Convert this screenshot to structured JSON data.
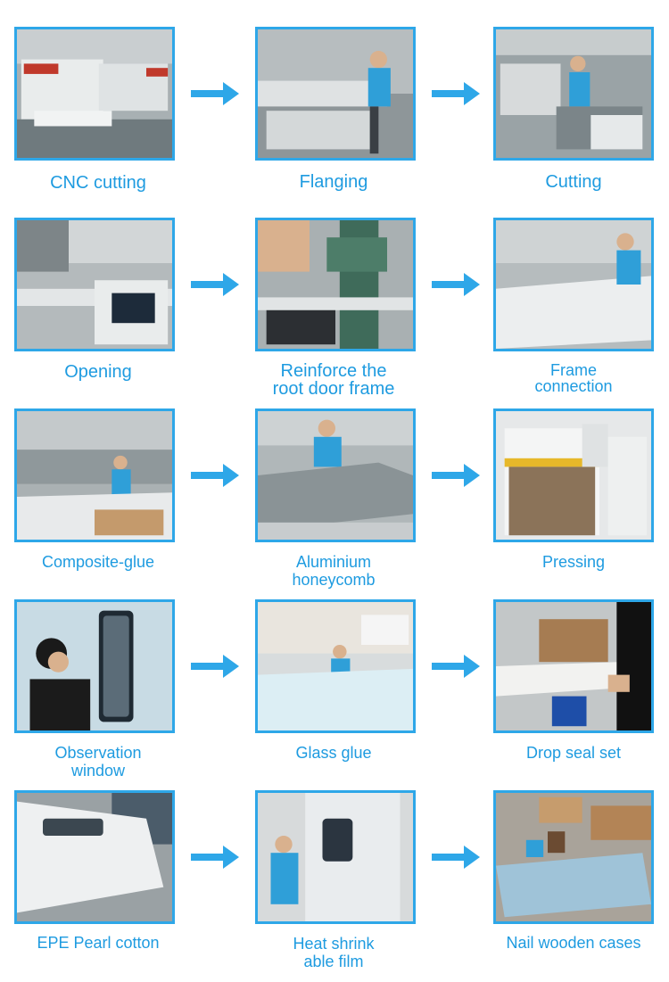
{
  "accent_color": "#2ea7e8",
  "caption_color": "#1e9be0",
  "arrow_icon": "right-arrow-icon",
  "steps": [
    {
      "line1": "CNC cutting",
      "line2": "",
      "photo": "cnc-punching-machine"
    },
    {
      "line1": "Flanging",
      "line2": "",
      "photo": "bending-press-worker"
    },
    {
      "line1": "Cutting",
      "line2": "",
      "photo": "cutting-machine-worker"
    },
    {
      "line1": "Opening",
      "line2": "",
      "photo": "opening-machine-panel"
    },
    {
      "line1": "Reinforce the",
      "line2": "root door frame",
      "photo": "drill-press"
    },
    {
      "line1": "Frame",
      "line2": "connection",
      "photo": "worker-frame-table"
    },
    {
      "line1": "Composite-glue",
      "line2": "",
      "photo": "glue-table-workshop"
    },
    {
      "line1": "Aluminium",
      "line2": "honeycomb",
      "photo": "worker-honeycomb-panel"
    },
    {
      "line1": "Pressing",
      "line2": "",
      "photo": "hydraulic-press"
    },
    {
      "line1": "Observation",
      "line2": "window",
      "photo": "worker-observation-window"
    },
    {
      "line1": "Glass glue",
      "line2": "",
      "photo": "worker-white-table"
    },
    {
      "line1": "Drop seal set",
      "line2": "",
      "photo": "door-panel-edge"
    },
    {
      "line1": "EPE Pearl cotton",
      "line2": "",
      "photo": "foam-wrapped-door"
    },
    {
      "line1": "Heat shrink",
      "line2": "able film",
      "photo": "film-wrapped-door"
    },
    {
      "line1": "Nail wooden cases",
      "line2": "",
      "photo": "wooden-crates"
    }
  ]
}
